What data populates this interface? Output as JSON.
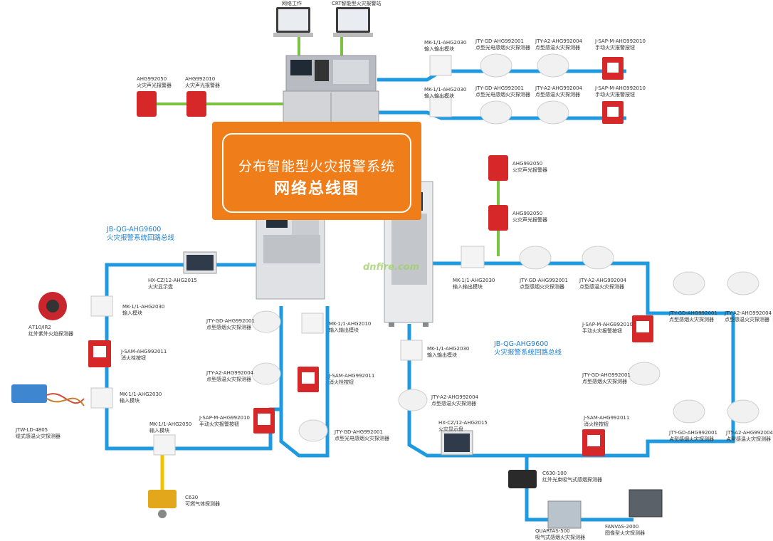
{
  "title": {
    "line1": "分布智能型火灾报警系统",
    "line2": "网络总线图"
  },
  "watermark": "dnfire.com",
  "workstations": [
    {
      "label": "网络工作"
    },
    {
      "label": "CRT智能型火灾报警站"
    }
  ],
  "loops": {
    "left": {
      "line1": "JB-QG-AHG9600",
      "line2": "火灾报警系统回路总线"
    },
    "right": {
      "line1": "JB-QG-AHG9600",
      "line2": "火灾报警系统回路总线"
    }
  },
  "devices": {
    "top_left_1": {
      "line1": "AHG992050",
      "line2": "火灾声光报警器"
    },
    "top_left_2": {
      "line1": "AHG992010",
      "line2": "火灾声光报警器"
    },
    "top_r1_mod": {
      "line1": "MK-1/1-AHG2030",
      "line2": "输入输出模块"
    },
    "top_r1_smoke1": {
      "line1": "JTY-GD-AHG992001",
      "line2": "点型光电感烟火灾探测器"
    },
    "top_r1_smoke2": {
      "line1": "JTY-A2-AHG992004",
      "line2": "点型感温火灾探测器"
    },
    "top_r1_btn": {
      "line1": "J-SAP-M-AHG992010",
      "line2": "手动火灾报警按钮"
    },
    "top_r2_mod": {
      "line1": "MK-1/1-AHG2030",
      "line2": "输入输出模块"
    },
    "top_r2_smoke1": {
      "line1": "JTY-GD-AHG992001",
      "line2": "点型光电感烟火灾探测器"
    },
    "top_r2_smoke2": {
      "line1": "JTY-A2-AHG992004",
      "line2": "点型感温火灾探测器"
    },
    "top_r2_btn": {
      "line1": "J-SAP-M-AHG992010",
      "line2": "手动火灾报警按钮"
    },
    "mid_alarm1": {
      "line1": "AHG992050",
      "line2": "火灾声光报警器"
    },
    "mid_alarm2": {
      "line1": "AHG992050",
      "line2": "火灾声光报警器"
    },
    "left_display": {
      "line1": "HX-CZ/12-AHG2015",
      "line2": "火灾显示盘"
    },
    "left_mod1": {
      "line1": "MK-1/1-AHG2030",
      "line2": "输入模块"
    },
    "left_flame": {
      "line1": "A710/IR2",
      "line2": "红外紫外火焰探测器"
    },
    "left_btn1": {
      "line1": "J-SAM-AHG992011",
      "line2": "消火栓按钮"
    },
    "left_mod2": {
      "line1": "MK-1/1-AHG2030",
      "line2": "输入模块"
    },
    "left_cable": {
      "line1": "JTW-LD-4805",
      "line2": "缆式感温火灾探测器"
    },
    "left_mod3": {
      "line1": "MK-1/1-AHG2050",
      "line2": "输入模块"
    },
    "left_gas": {
      "line1": "C630",
      "line2": "可燃气体探测器"
    },
    "c1_smoke1": {
      "line1": "JTY-GD-AHG992001",
      "line2": "点型感烟火灾探测器"
    },
    "c1_smoke2": {
      "line1": "JTY-A2-AHG992004",
      "line2": "点型感温火灾探测器"
    },
    "c1_btn": {
      "line1": "J-SAP-M-AHG992010",
      "line2": "手动火灾报警按钮"
    },
    "c2_mod": {
      "line1": "MK-1/1-AHG2010",
      "line2": "输入输出模块"
    },
    "c2_btn": {
      "line1": "J-SAM-AHG992011",
      "line2": "消火栓按钮"
    },
    "c2_smoke": {
      "line1": "JTY-GD-AHG992001",
      "line2": "点型光电感烟火灾探测器"
    },
    "r_mod1": {
      "line1": "MK-1/1-AHG2030",
      "line2": "输入输出模块"
    },
    "r_smoke1": {
      "line1": "JTY-GD-AHG992001",
      "line2": "点型感烟火灾探测器"
    },
    "r_smoke2": {
      "line1": "JTY-A2-AHG992004",
      "line2": "点型感温火灾探测器"
    },
    "r_far1": {
      "line1": "JTY-GD-AHG992001",
      "line2": "点型感烟火灾探测器"
    },
    "r_far2": {
      "line1": "JTY-A2-AHG992004",
      "line2": "点型感温火灾探测器"
    },
    "r_btn1": {
      "line1": "J-SAP-M-AHG992010",
      "line2": "手动火灾报警按钮"
    },
    "r_smoke3": {
      "line1": "JTY-GD-AHG992001",
      "line2": "点型感烟火灾探测器"
    },
    "r_far3": {
      "line1": "JTY-GD-AHG992001",
      "line2": "点型感烟火灾探测器"
    },
    "r_far4": {
      "line1": "JTY-A2-AHG992004",
      "line2": "点型感温火灾探测器"
    },
    "r_btn2": {
      "line1": "J-SAM-AHG992011",
      "line2": "消火栓按钮"
    },
    "r_mod2": {
      "line1": "MK-1/1-AHG2030",
      "line2": "输入输出模块"
    },
    "r_smoke4": {
      "line1": "JTY-A2-AHG992004",
      "line2": "点型感温火灾探测器"
    },
    "r_display": {
      "line1": "HX-CZ/12-AHG2015",
      "line2": "火灾显示盘"
    },
    "r_c630": {
      "line1": "C630-100",
      "line2": "红外光束吸气式感烟探测器"
    },
    "r_quartas": {
      "line1": "QUARTAS-500",
      "line2": "吸气式感烟火灾探测器"
    },
    "r_fanvas": {
      "line1": "FANVAS-2000",
      "line2": "图像型火灾探测器"
    }
  },
  "colors": {
    "loop_bus": "#1e9be0",
    "network_bus": "#7cc242",
    "gas_bus": "#f2c200",
    "title_bg": "#ef7d1a",
    "alarm_red": "#d62828"
  }
}
